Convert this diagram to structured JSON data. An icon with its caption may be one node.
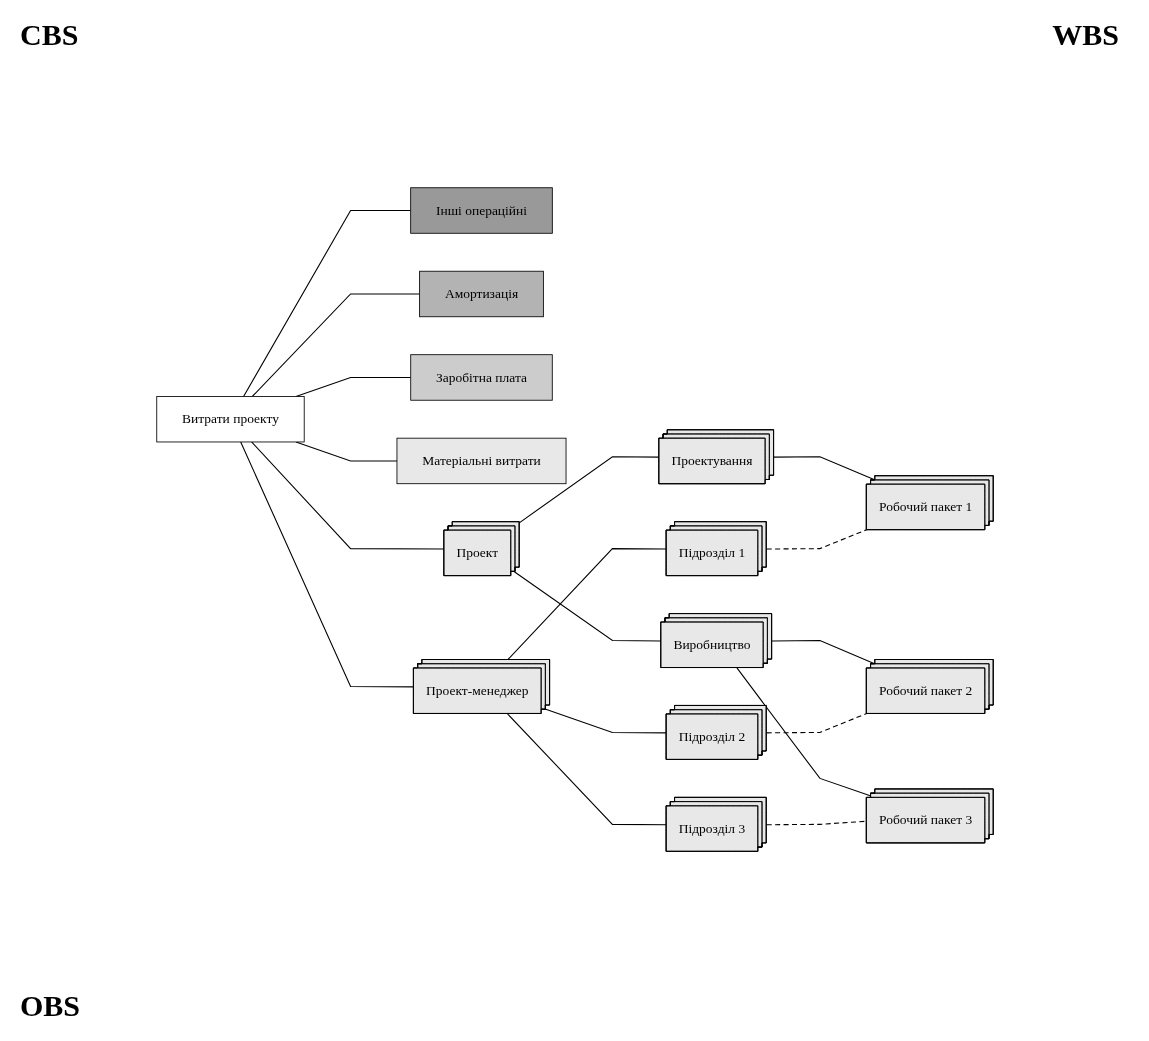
{
  "diagram": {
    "nodes": [
      {
        "text": [
          "Витрати проекту"
        ]
      },
      {
        "text": [
          "Проект"
        ]
      },
      {
        "text": [
          "Інші операційні"
        ]
      },
      {
        "text": [
          "Амортизація"
        ]
      },
      {
        "text": [
          "Заробітна плата"
        ]
      },
      {
        "text": [
          "Матеріальні витрати"
        ]
      },
      {
        "text": [
          "Проектування"
        ]
      },
      {
        "text": [
          "Виробництво"
        ]
      },
      {
        "text": [
          "Підрозділ 1"
        ]
      },
      {
        "text": [
          "Робочий пакет 1"
        ]
      },
      {
        "text": [
          "Проект-менеджер"
        ]
      },
      {
        "text": [
          "Підрозділ 2"
        ]
      },
      {
        "text": [
          "Робочий пакет 2"
        ]
      },
      {
        "text": [
          "Підрозділ 3"
        ]
      },
      {
        "text": [
          "Робочий пакет 3"
        ]
      }
    ],
    "edges": [
      {
        "from": 0,
        "to": 2,
        "arrow": "none"
      },
      {
        "from": 0,
        "to": 3,
        "arrow": "none"
      },
      {
        "from": 0,
        "to": 4,
        "arrow": "none"
      },
      {
        "from": 0,
        "to": 5,
        "arrow": "none"
      },
      {
        "from": 0,
        "to": 1,
        "arrow": "none"
      },
      {
        "from": 1,
        "to": 6,
        "arrow": "none"
      },
      {
        "from": 1,
        "to": 7,
        "arrow": "none"
      },
      {
        "from": 6,
        "to": 9,
        "arrow": "none"
      },
      {
        "from": 7,
        "to": 12,
        "arrow": "none"
      },
      {
        "from": 7,
        "to": 14,
        "arrow": "none"
      },
      {
        "from": 0,
        "to": 10,
        "arrow": "none"
      },
      {
        "from": 10,
        "to": 8,
        "arrow": "none"
      },
      {
        "from": 10,
        "to": 11,
        "arrow": "none"
      },
      {
        "from": 10,
        "to": 13,
        "arrow": "none"
      },
      {
        "from": 8,
        "to": 9,
        "arrow": "none",
        "style": "dashed"
      },
      {
        "from": 11,
        "to": 12,
        "arrow": "none",
        "style": "dashed"
      },
      {
        "from": 13,
        "to": 14,
        "arrow": "none",
        "style": "dashed"
      }
    ],
    "labels": [
      "CBS",
      "WBS",
      "OBS"
    ]
  }
}
